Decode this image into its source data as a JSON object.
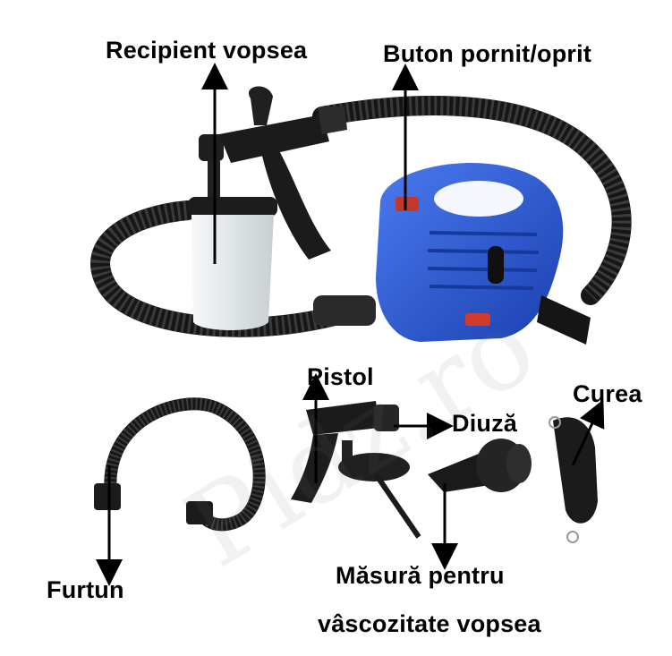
{
  "labels": {
    "paint_container": "Recipient vopsea",
    "power_button": "Buton pornit/oprit",
    "gun": "Pistol",
    "nozzle": "Diuză",
    "strap": "Curea",
    "hose": "Furtun",
    "viscosity_line1": "Măsură pentru",
    "viscosity_line2": "vâscozitate vopsea"
  },
  "watermark": "Pidz.ro",
  "colors": {
    "body_blue": "#2456d6",
    "hose_black": "#1a1a1a",
    "container_white": "#e8ecee",
    "arrow": "#000000"
  }
}
